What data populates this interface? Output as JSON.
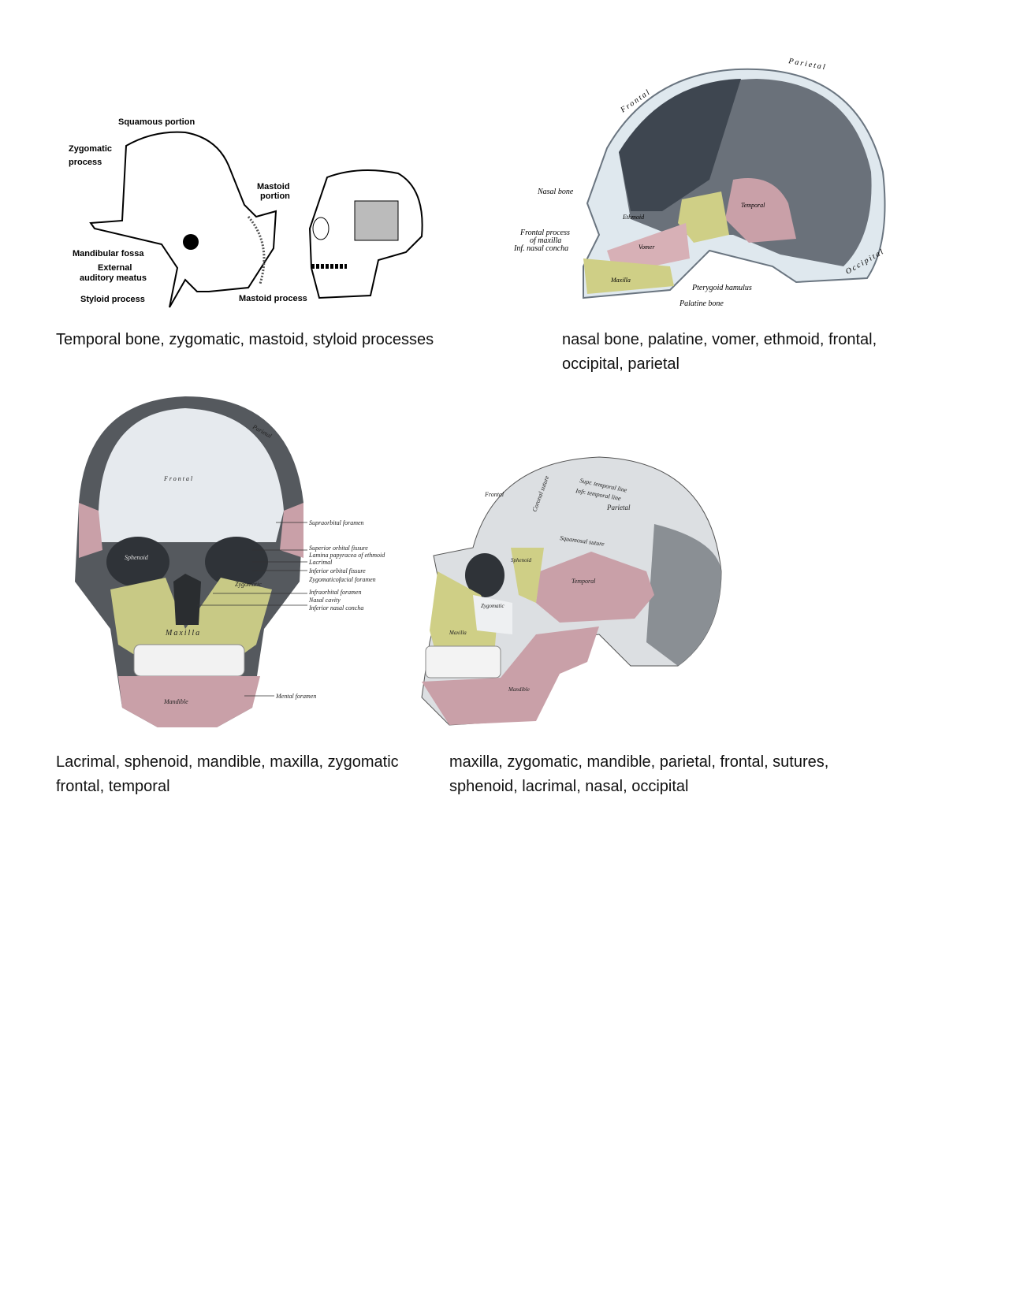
{
  "figures": [
    {
      "caption_lines": [
        "Temporal bone, zygomatic, mastoid, styloid processes"
      ],
      "labels": [
        "Squamous portion",
        "Zygomatic",
        "process",
        "Mastoid",
        "portion",
        "Mandibular fossa",
        "External",
        "auditory meatus",
        "Styloid process",
        "Mastoid process"
      ]
    },
    {
      "caption_lines": [
        "nasal bone, palatine, vomer, ethmoid, frontal,",
        "occipital, parietal"
      ],
      "labels": [
        "Frontal",
        "Parietal",
        "Occipital",
        "Nasal bone",
        "Frontal process",
        "of maxilla",
        "Inf. nasal concha",
        "Ethmoid",
        "Temporal",
        "Vomer",
        "Maxilla",
        "Pterygoid hamulus",
        "Palatine bone"
      ]
    },
    {
      "caption_lines": [
        "Lacrimal, sphenoid, mandible, maxilla, zygomatic",
        "frontal, temporal"
      ],
      "labels": [
        "Frontal",
        "Parietal",
        "Supraorbital foramen",
        "Superior orbital fissure",
        "Lamina papyracea of ethmoid",
        "Lacrimal",
        "Inferior orbital fissure",
        "Zygomaticofacial foramen",
        "Infraorbital foramen",
        "Nasal cavity",
        "Inferior nasal concha",
        "Mental foramen",
        "Maxilla",
        "Mandible",
        "Zygomatic",
        "Sphenoid"
      ]
    },
    {
      "caption_lines": [
        "maxilla, zygomatic, mandible, parietal, frontal, sutures,",
        "sphenoid, lacrimal, nasal, occipital"
      ],
      "labels": [
        "Frontal",
        "Coronal suture",
        "Supr. temporal line",
        "Infr. temporal line",
        "Parietal",
        "Squamosal suture",
        "Sphenoid",
        "Temporal",
        "Zygomatic",
        "Maxilla",
        "Mandible"
      ]
    }
  ],
  "colors": {
    "bone_pink": "#c9a0a8",
    "bone_yellow": "#cfcf86",
    "bone_gray": "#8a8f94",
    "bone_dark": "#3e4650"
  }
}
